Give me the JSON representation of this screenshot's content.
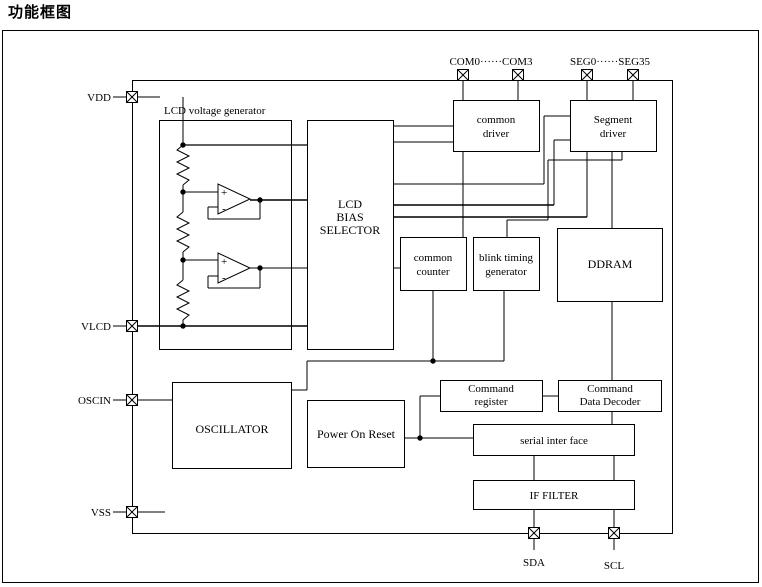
{
  "heading": "功能框图",
  "pins": {
    "vdd": "VDD",
    "vlcd": "VLCD",
    "oscin": "OSCIN",
    "vss": "VSS",
    "com_range": "COM0······COM3",
    "seg_range": "SEG0······SEG35",
    "sda": "SDA",
    "scl": "SCL"
  },
  "blocks": {
    "lcd_voltage_generator": "LCD voltage generator",
    "bias_selector": [
      "LCD",
      "BIAS",
      "SELECTOR"
    ],
    "common_driver": [
      "common",
      "driver"
    ],
    "segment_driver": [
      "Segment",
      "driver"
    ],
    "common_counter": [
      "common",
      "counter"
    ],
    "blink_timing_generator": [
      "blink timing",
      "generator"
    ],
    "ddram": "DDRAM",
    "oscillator": "OSCILLATOR",
    "power_on_reset": "Power On Reset",
    "command_register": [
      "Command",
      "register"
    ],
    "command_data_decoder": [
      "Command",
      "Data Decoder"
    ],
    "serial_interface": "serial inter face",
    "if_filter": "IF FILTER"
  },
  "opamp_symbols": {
    "plus": "+",
    "minus": "-"
  }
}
